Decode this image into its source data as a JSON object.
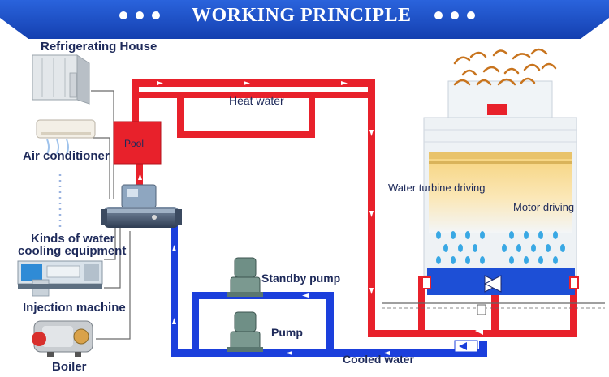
{
  "header": {
    "title": "WORKING PRINCIPLE"
  },
  "labels": {
    "refrigerating_house": "Refrigerating House",
    "air_conditioner": "Air conditioner",
    "kinds_of_water_line1": "Kinds of water",
    "kinds_of_water_line2": "cooling equipment",
    "injection_machine": "Injection machine",
    "boiler": "Boiler",
    "pool": "Pool",
    "heat_water": "Heat water",
    "standby_pump": "Standby pump",
    "pump": "Pump",
    "cooled_water": "Cooled water",
    "water_turbine_driving": "Water turbine driving",
    "motor_driving": "Motor driving"
  },
  "colors": {
    "header_blue": "#1a50c8",
    "hot_pipe": "#e8212b",
    "cold_pipe": "#1b3fdc",
    "tower_body": "#e9eef2",
    "basin_blue": "#1d4fd6",
    "text_dark": "#1e2a5a"
  }
}
